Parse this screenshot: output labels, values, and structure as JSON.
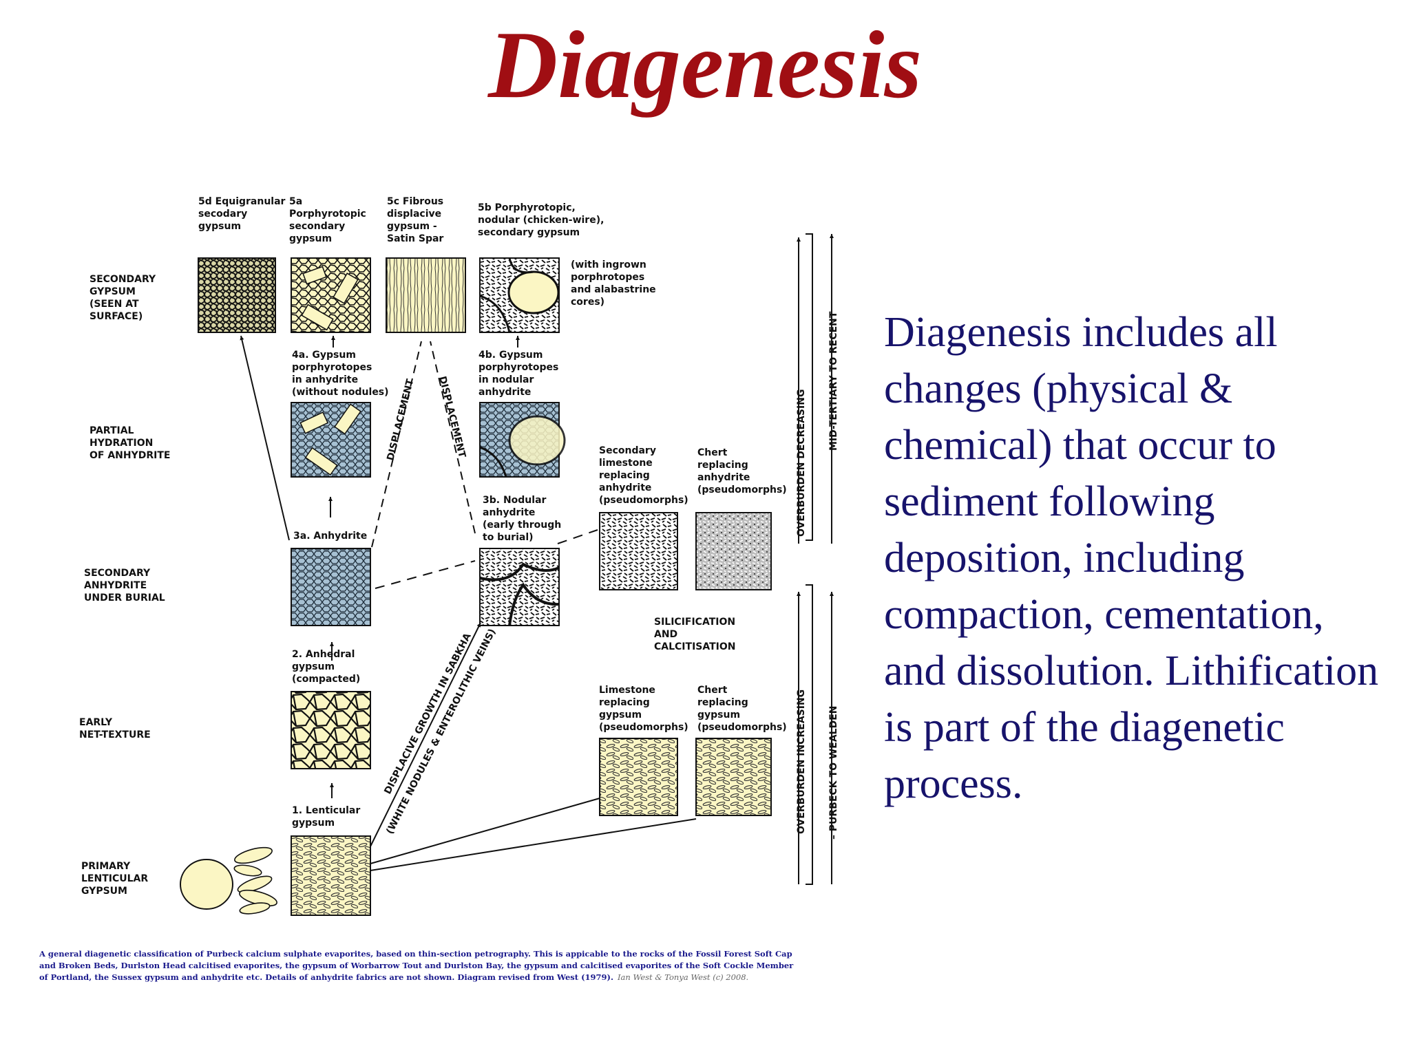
{
  "title": "Diagenesis",
  "description": "Diagenesis includes all changes (physical & chemical) that occur to sediment following deposition, including compaction, cementation, and dissolution. Lithification is part of the diagenetic process.",
  "diagram": {
    "stages": {
      "secondary_gypsum": [
        "SECONDARY",
        "GYPSUM",
        "(SEEN AT",
        "SURFACE)"
      ],
      "partial_hydration": [
        "PARTIAL",
        "HYDRATION",
        "OF ANHYDRITE"
      ],
      "secondary_anhydrite": [
        "SECONDARY",
        "ANHYDRITE",
        "UNDER BURIAL"
      ],
      "early_net": [
        "EARLY",
        "NET-TEXTURE"
      ],
      "primary_lenticular": [
        "PRIMARY",
        "LENTICULAR",
        "GYPSUM"
      ]
    },
    "labels": {
      "l5d": [
        "5d Equigranular",
        "secodary",
        "gypsum"
      ],
      "l5a": [
        "5a",
        "Porphyrotopic",
        "secondary",
        "gypsum"
      ],
      "l5c": [
        "5c Fibrous",
        "displacive",
        "gypsum -",
        "Satin Spar"
      ],
      "l5b": [
        "5b Porphyrotopic,",
        "nodular (chicken-wire),",
        "secondary gypsum"
      ],
      "ingrown": [
        "(with ingrown",
        "porphrotopes",
        "and alabastrine",
        "cores)"
      ],
      "l4a": [
        "4a. Gypsum",
        "porphyrotopes",
        "in anhydrite",
        "(without nodules)"
      ],
      "l4b": [
        "4b. Gypsum",
        "porphyrotopes",
        "in nodular",
        "anhydrite"
      ],
      "l3a": [
        "3a. Anhydrite"
      ],
      "l3b": [
        "3b. Nodular",
        "anhydrite",
        "(early through",
        "to burial)"
      ],
      "sec_lime": [
        "Secondary",
        "limestone",
        "replacing",
        "anhydrite",
        "(pseudomorphs)"
      ],
      "chert_anh": [
        "Chert",
        "replacing",
        "anhydrite",
        "(pseudomorphs)"
      ],
      "silic": [
        "SILICIFICATION",
        "AND",
        "CALCITISATION"
      ],
      "l2": [
        "2. Anhedral",
        "gypsum",
        "(compacted)"
      ],
      "lime_gyp": [
        "Limestone",
        "replacing",
        "gypsum",
        "(pseudomorphs)"
      ],
      "chert_gyp": [
        "Chert",
        "replacing",
        "gypsum",
        "(pseudomorphs)"
      ],
      "l1": [
        "1. Lenticular",
        "gypsum"
      ],
      "displacement": "DISPLACEMENT",
      "displacive_growth": "DISPLACIVE GROWTH IN SABKHA",
      "white_nodules": "(WHITE NODULES & ENTEROLITHIC VEINS)",
      "overburden_decreasing": "OVERBURDEN DECREASING",
      "mid_tertiary": "MID-TERTIARY TO RECENT",
      "overburden_increasing": "OVERBURDEN INCREASING",
      "purbeck": "– PURBECK TO WEALDEN"
    },
    "caption": [
      "A general diagenetic classification of Purbeck calcium sulphate evaporites, based on thin-section petrography. This is appicable to the rocks of the Fossil Forest Soft Cap",
      "and  Broken Beds, Durlston Head calcitised evaporites, the gypsum of Worbarrow Tout and Durlston Bay, the gypsum and calcitised evaporites of the Soft Cockle Member",
      "of Portland, the Sussex gypsum and anhydrite etc. Details of anhydrite fabrics are not shown. Diagram revised from West (1979)."
    ],
    "caption_credit": "Ian West & Tonya West (c) 2008.",
    "colors": {
      "cream": "#fbf6c4",
      "blue": "#a7c1d3",
      "title_red": "#a00e13",
      "text_navy": "#17136b"
    }
  }
}
